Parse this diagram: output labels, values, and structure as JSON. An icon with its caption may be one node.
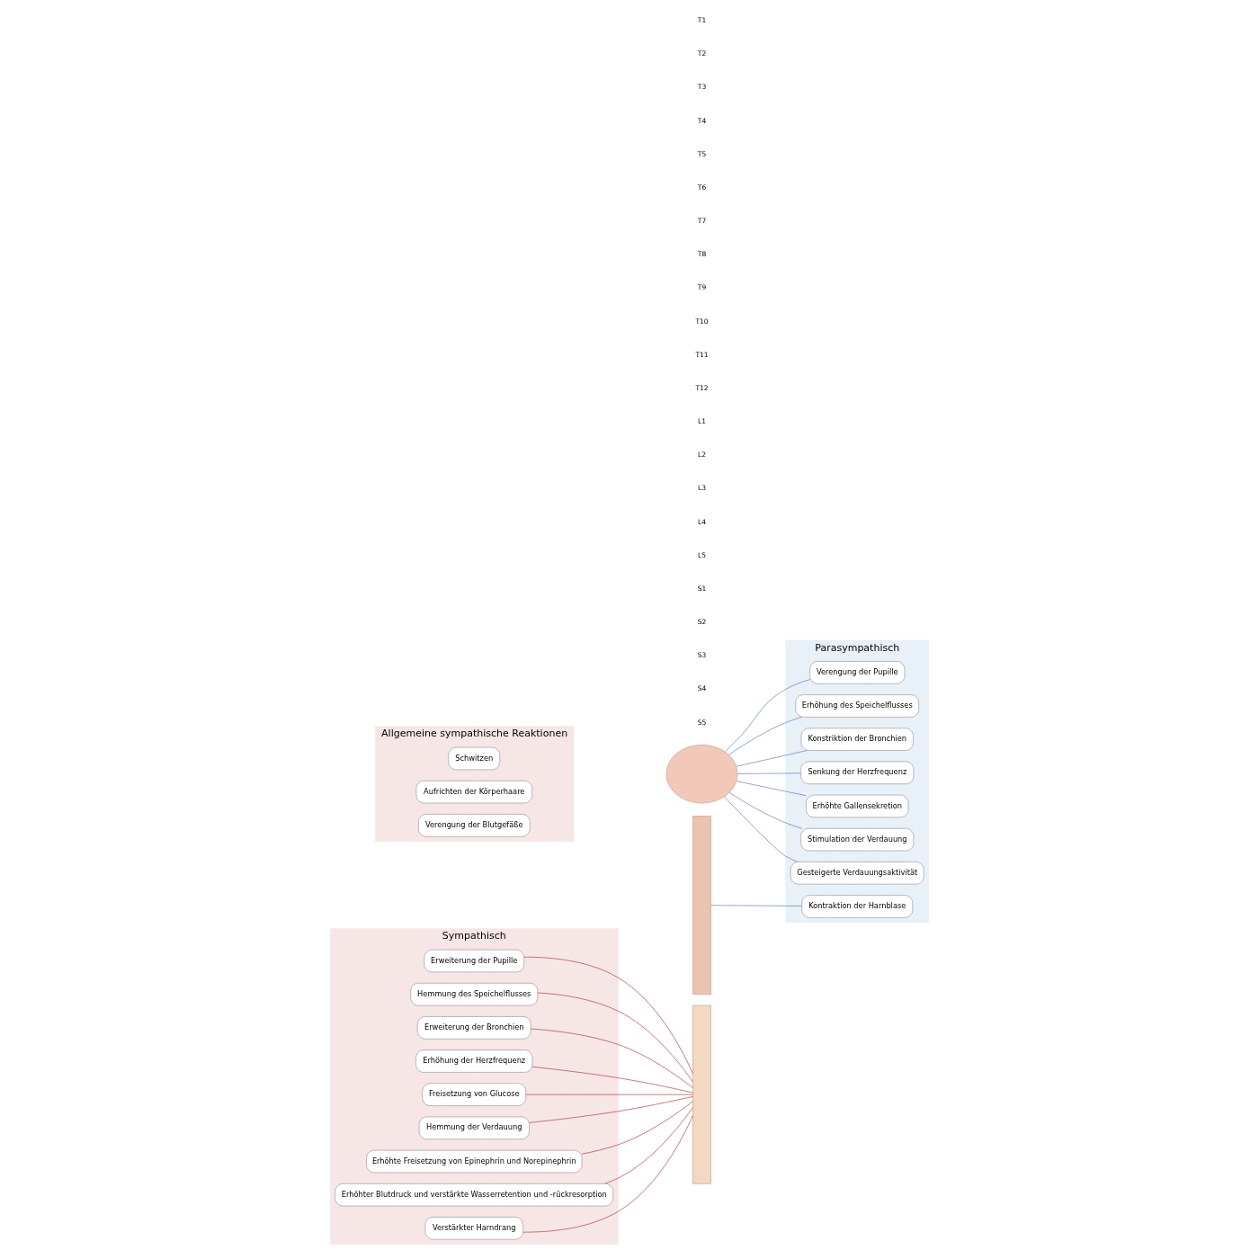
{
  "diagram": {
    "nodes": [
      {
        "text": [
          "Sympathisch"
        ]
      },
      {
        "text": [
          "Erweiterung der Pupille"
        ],
        "in": 0
      },
      {
        "text": [
          "Hemmung des Speichelflusses"
        ],
        "in": 0
      },
      {
        "text": [
          "Erweiterung der Bronchien"
        ],
        "in": 0
      },
      {
        "text": [
          "Erhöhung der Herzfrequenz"
        ],
        "in": 0
      },
      {
        "text": [
          "Freisetzung von Glucose"
        ],
        "in": 0
      },
      {
        "text": [
          "Hemmung der Verdauung"
        ],
        "in": 0
      },
      {
        "text": [
          "Erhöhte Freisetzung von Epinephrin und Norepinephrin"
        ],
        "in": 0
      },
      {
        "text": [
          "Erhöhter Blutdruck und verstärkte Wasserretention und -rückresorption"
        ],
        "in": 0
      },
      {
        "text": [
          "Verstärkter Harndrang"
        ],
        "in": 0
      },
      {
        "text": [
          "Parasympathisch"
        ]
      },
      {
        "text": [
          "Verengung der Pupille"
        ],
        "in": 10
      },
      {
        "text": [
          "Erhöhung des Speichelflusses"
        ],
        "in": 10
      },
      {
        "text": [
          "Konstriktion der Bronchien"
        ],
        "in": 10
      },
      {
        "text": [
          "Senkung der Herzfrequenz"
        ],
        "in": 10
      },
      {
        "text": [
          "Erhöhte Gallensekretion"
        ],
        "in": 10
      },
      {
        "text": [
          "Stimulation der Verdauung"
        ],
        "in": 10
      },
      {
        "text": [
          "Gesteigerte Verdauungsaktivität"
        ],
        "in": 10
      },
      {
        "text": [
          "Kontraktion der Harnblase"
        ],
        "in": 10
      },
      {
        "text": [],
        "shape": "circle"
      },
      {
        "text": [],
        "shape": "bar"
      },
      {
        "text": [],
        "shape": "bar"
      },
      {
        "text": [
          "Allgemeine sympathische Reaktionen"
        ]
      },
      {
        "text": [
          "Schwitzen"
        ],
        "in": 22
      },
      {
        "text": [
          "Aufrichten der Körperhaare"
        ],
        "in": 22
      },
      {
        "text": [
          "Verengung der Blutgefäße"
        ],
        "in": 22
      }
    ],
    "edges": [
      {
        "from": 1,
        "to": 21,
        "arrow": "none",
        "color": "#b83a3f"
      },
      {
        "from": 2,
        "to": 21,
        "arrow": "none",
        "color": "#b83a3f"
      },
      {
        "from": 3,
        "to": 21,
        "arrow": "none",
        "color": "#b83a3f"
      },
      {
        "from": 4,
        "to": 21,
        "arrow": "none",
        "color": "#b83a3f"
      },
      {
        "from": 5,
        "to": 21,
        "arrow": "none",
        "color": "#b83a3f"
      },
      {
        "from": 6,
        "to": 21,
        "arrow": "none",
        "color": "#b83a3f"
      },
      {
        "from": 7,
        "to": 21,
        "arrow": "none",
        "color": "#b83a3f"
      },
      {
        "from": 8,
        "to": 21,
        "arrow": "none",
        "color": "#b83a3f"
      },
      {
        "from": 9,
        "to": 21,
        "arrow": "none",
        "color": "#b83a3f"
      },
      {
        "from": 19,
        "to": 11,
        "arrow": "none",
        "color": "#5a7fc2"
      },
      {
        "from": 19,
        "to": 12,
        "arrow": "none",
        "color": "#5a7fc2"
      },
      {
        "from": 19,
        "to": 13,
        "arrow": "none",
        "color": "#5a7fc2"
      },
      {
        "from": 19,
        "to": 14,
        "arrow": "none",
        "color": "#5a7fc2"
      },
      {
        "from": 19,
        "to": 15,
        "arrow": "none",
        "color": "#5a7fc2"
      },
      {
        "from": 19,
        "to": 16,
        "arrow": "none",
        "color": "#5a7fc2"
      },
      {
        "from": 19,
        "to": 17,
        "arrow": "none",
        "color": "#5a7fc2"
      },
      {
        "from": 20,
        "to": 18,
        "arrow": "none",
        "color": "#5a7fc2"
      }
    ],
    "labels": [
      "T1",
      "T2",
      "T3",
      "T4",
      "T5",
      "T6",
      "T7",
      "T8",
      "T9",
      "T10",
      "T11",
      "T12",
      "L1",
      "L2",
      "L3",
      "L4",
      "L5",
      "S1",
      "S2",
      "S3",
      "S4",
      "S5"
    ]
  }
}
